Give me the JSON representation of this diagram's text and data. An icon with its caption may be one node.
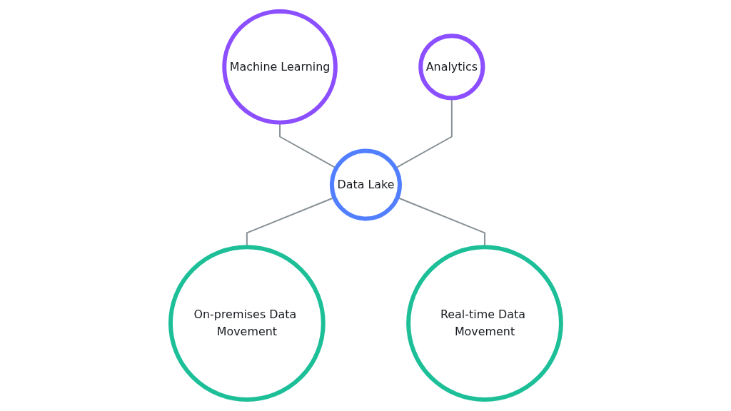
{
  "diagram": {
    "nodes": [
      {
        "text": [
          "Machine Learning"
        ]
      },
      {
        "text": [
          "Analytics"
        ]
      },
      {
        "text": [
          "Data Lake"
        ]
      },
      {
        "text": [
          "On-premises Data Movement"
        ]
      },
      {
        "text": [
          "Real-time Data Movement"
        ]
      }
    ],
    "edges": [
      {
        "from": 0,
        "to": 2,
        "arrow": "none"
      },
      {
        "from": 1,
        "to": 2,
        "arrow": "none"
      },
      {
        "from": 2,
        "to": 3,
        "arrow": "none"
      },
      {
        "from": 2,
        "to": 4,
        "arrow": "none"
      }
    ]
  }
}
